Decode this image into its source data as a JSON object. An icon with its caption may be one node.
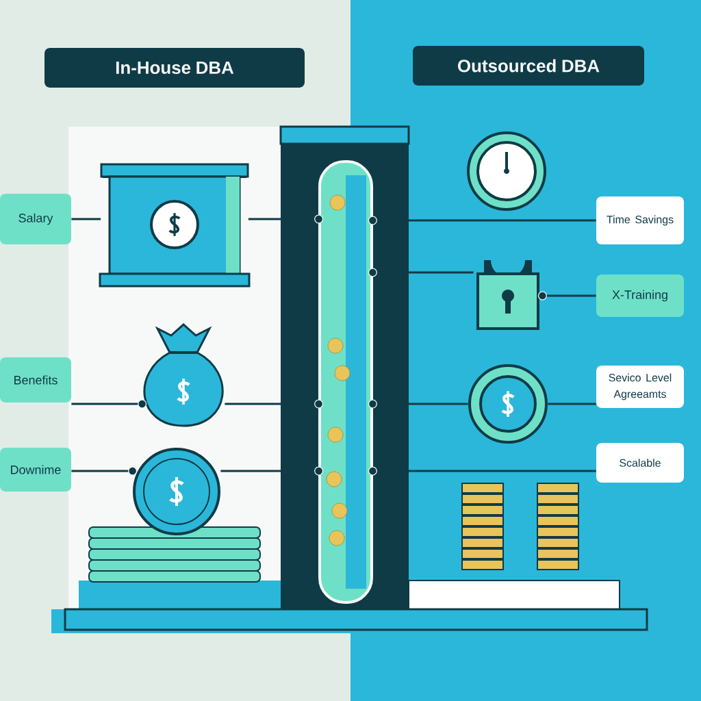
{
  "diagram": {
    "nodes": [
      {
        "text": [
          "In-House DBA"
        ]
      },
      {
        "text": [
          "Outsourced DBA"
        ]
      },
      {
        "text": [
          "Salary"
        ]
      },
      {
        "text": [
          "Benefits"
        ]
      },
      {
        "text": [
          "Downime"
        ]
      },
      {
        "text": [
          "Time Savings"
        ]
      },
      {
        "text": [
          "X-Training"
        ]
      },
      {
        "text": [
          "Sevico Level Agreeamts"
        ]
      },
      {
        "text": [
          "Scalable"
        ]
      },
      {
        "text": [],
        "shape": "picture"
      },
      {
        "text": [],
        "shape": "picture"
      },
      {
        "text": [],
        "shape": "picture"
      },
      {
        "text": [],
        "shape": "picture"
      },
      {
        "text": [],
        "shape": "picture"
      },
      {
        "text": [],
        "shape": "picture"
      },
      {
        "text": [],
        "shape": "picture"
      }
    ],
    "edges": [
      {
        "from": 2,
        "to": 9,
        "arrow": "none"
      },
      {
        "from": 3,
        "to": 10,
        "arrow": "other"
      },
      {
        "from": 4,
        "to": 11,
        "arrow": "other"
      },
      {
        "from": 9,
        "to": 12,
        "arrow": "other"
      },
      {
        "from": 10,
        "to": 12,
        "arrow": "other"
      },
      {
        "from": 11,
        "to": 12,
        "arrow": "other"
      },
      {
        "from": 5,
        "to": 12,
        "arrow": "other"
      },
      {
        "from": 14,
        "to": 12,
        "arrow": "other"
      },
      {
        "from": 6,
        "to": 14,
        "arrow": "other"
      },
      {
        "from": 15,
        "to": 12,
        "arrow": "other"
      },
      {
        "from": 7,
        "to": 15,
        "arrow": "none"
      },
      {
        "from": 8,
        "to": 12,
        "arrow": "other"
      }
    ]
  }
}
